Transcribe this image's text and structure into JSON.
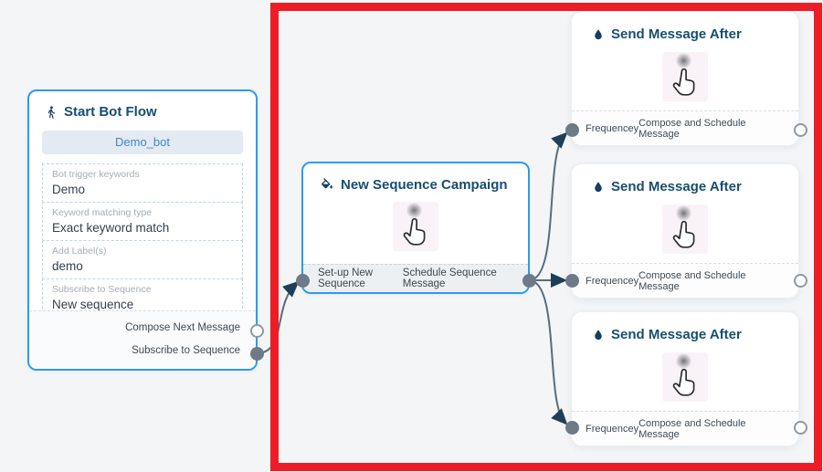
{
  "colors": {
    "accent_blue": "#2d9bf0",
    "highlight_red": "#ec1d25",
    "title_navy": "#174e70",
    "edge_gray": "#5a6c7c",
    "port_filled": "#6e7a87"
  },
  "nodes": {
    "start_bot_flow": {
      "icon": "walking-person-icon",
      "title": "Start Bot Flow",
      "bot_button": "Demo_bot",
      "fields": [
        {
          "label": "Bot trigger keywords",
          "value": "Demo"
        },
        {
          "label": "Keyword matching type",
          "value": "Exact keyword match"
        },
        {
          "label": "Add Label(s)",
          "value": "demo"
        },
        {
          "label": "Subscribe to Sequence",
          "value": "New sequence"
        }
      ],
      "outputs": [
        {
          "label": "Compose Next Message",
          "state": "unconnected"
        },
        {
          "label": "Subscribe to Sequence",
          "state": "connected"
        }
      ]
    },
    "new_sequence_campaign": {
      "icon": "paint-bucket-icon",
      "title": "New Sequence Campaign",
      "center_icon": "hand-cursor-icon",
      "left_port": "Set-up New Sequence",
      "right_port": "Schedule Sequence Message"
    },
    "send_message_after": [
      {
        "icon": "water-drop-icon",
        "title": "Send Message After",
        "center_icon": "hand-cursor-icon",
        "left_port": "Frequencey",
        "right_port": "Compose and Schedule Message"
      },
      {
        "icon": "water-drop-icon",
        "title": "Send Message After",
        "center_icon": "hand-cursor-icon",
        "left_port": "Frequencey",
        "right_port": "Compose and Schedule Message"
      },
      {
        "icon": "water-drop-icon",
        "title": "Send Message After",
        "center_icon": "hand-cursor-icon",
        "left_port": "Frequencey",
        "right_port": "Compose and Schedule Message"
      }
    ]
  }
}
